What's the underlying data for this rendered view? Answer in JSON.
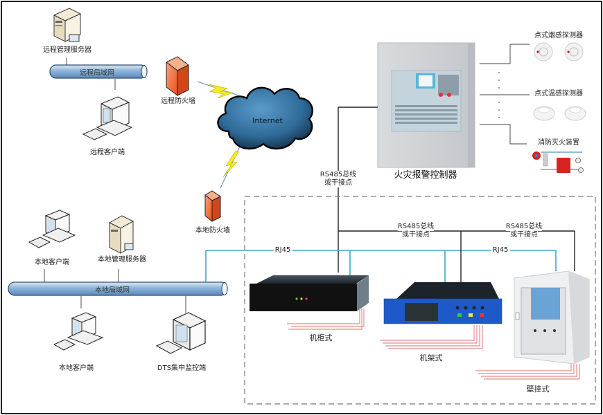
{
  "remote": {
    "server_label": "远程管理服务器",
    "lan_label": "远程局域网",
    "client_label": "远程客户端",
    "firewall_label": "远程防火墙"
  },
  "internet": {
    "label": "Internet"
  },
  "local": {
    "firewall_label": "本地防火墙",
    "client_top_label": "本地客户端",
    "server_label": "本地管理服务器",
    "lan_label": "本地局域网",
    "client_bottom_label": "本地客户端",
    "dts_label": "DTS集中监控端"
  },
  "fire_panel": {
    "label": "火灾报警控制器",
    "bus_label_line1": "RS485总线",
    "bus_label_line2": "或干接点"
  },
  "detectors": {
    "smoke_label": "点式烟感探测器",
    "heat_label": "点式温感探测器",
    "extinguisher_label": "消防灭火装置"
  },
  "links": {
    "rj45_left": "RJ45",
    "rj45_right": "RJ45",
    "rs485_mid_line1": "RS485总线",
    "rs485_mid_line2": "或干接点",
    "rs485_right_line1": "RS485总线",
    "rs485_right_line2": "或干接点"
  },
  "devices": {
    "cabinet_label": "机柜式",
    "rack_label": "机架式",
    "wall_label": "壁挂式"
  },
  "colors": {
    "rj45_line": "#3aa9c0",
    "bus_line": "#222222",
    "fiber_line": "#e88a8a",
    "lan_pipe": "#7aa6cf",
    "firewall": "#f07040",
    "cloud": "#2f6a98"
  }
}
